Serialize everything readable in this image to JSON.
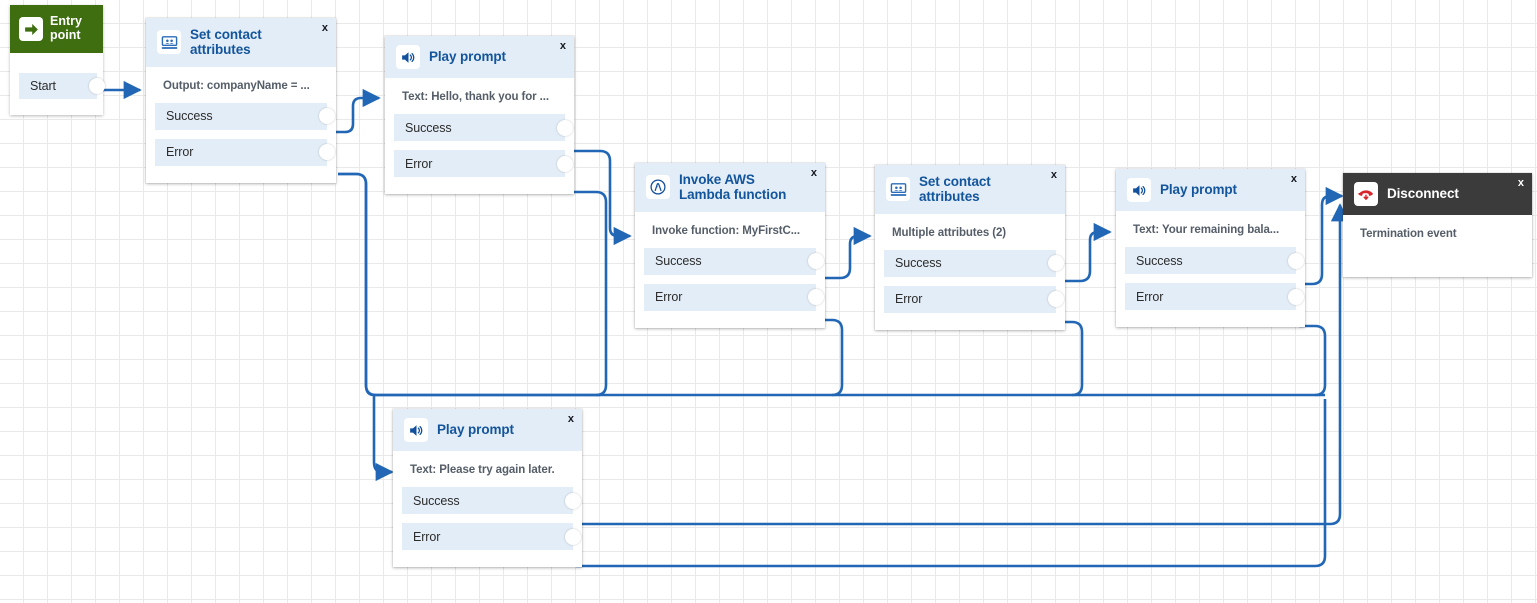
{
  "canvas": {
    "background": "#ffffff",
    "grid_color": "#e9e9e9",
    "wire_color": "#2267b5"
  },
  "palette": {
    "entry_green": "#3f6e11",
    "node_header_blue": "#e3edf7",
    "node_title_blue": "#13559c",
    "disconnect_header": "#3b3b3b",
    "disconnect_icon_red": "#d6242a"
  },
  "entry_point": {
    "title": "Entry\npoint",
    "title_line1": "Entry",
    "title_line2": "point",
    "icon": "arrow-right-icon",
    "port": {
      "label": "Start"
    }
  },
  "nodes": [
    {
      "id": "set-contact-attributes-1",
      "title": "Set contact attributes",
      "title_line1": "Set contact",
      "title_line2": "attributes",
      "icon": "contact-attributes-icon",
      "description": "Output: companyName = ...",
      "close_label": "x",
      "ports": [
        {
          "label": "Success"
        },
        {
          "label": "Error"
        }
      ]
    },
    {
      "id": "play-prompt-1",
      "title": "Play prompt",
      "icon": "speaker-icon",
      "description": "Text: Hello, thank you for ...",
      "close_label": "x",
      "ports": [
        {
          "label": "Success"
        },
        {
          "label": "Error"
        }
      ]
    },
    {
      "id": "invoke-lambda",
      "title": "Invoke AWS Lambda function",
      "title_line1": "Invoke AWS",
      "title_line2": "Lambda function",
      "icon": "aws-lambda-icon",
      "description": "Invoke function: MyFirstC...",
      "close_label": "x",
      "ports": [
        {
          "label": "Success"
        },
        {
          "label": "Error"
        }
      ]
    },
    {
      "id": "set-contact-attributes-2",
      "title": "Set contact attributes",
      "title_line1": "Set contact",
      "title_line2": "attributes",
      "icon": "contact-attributes-icon",
      "description": "Multiple attributes (2)",
      "close_label": "x",
      "ports": [
        {
          "label": "Success"
        },
        {
          "label": "Error"
        }
      ]
    },
    {
      "id": "play-prompt-2",
      "title": "Play prompt",
      "icon": "speaker-icon",
      "description": "Text: Your remaining bala...",
      "close_label": "x",
      "ports": [
        {
          "label": "Success"
        },
        {
          "label": "Error"
        }
      ]
    },
    {
      "id": "disconnect",
      "title": "Disconnect",
      "icon": "phone-hangup-icon",
      "description": "Termination event",
      "close_label": "x",
      "ports": []
    },
    {
      "id": "play-prompt-3",
      "title": "Play prompt",
      "icon": "speaker-icon",
      "description": "Text: Please try again later.",
      "close_label": "x",
      "ports": [
        {
          "label": "Success"
        },
        {
          "label": "Error"
        }
      ]
    }
  ]
}
